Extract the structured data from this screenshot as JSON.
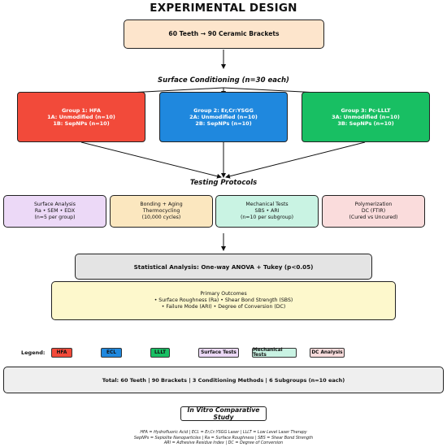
{
  "title": "EXPERIMENTAL DESIGN",
  "sample_box": "60 Teeth → 90 Ceramic Brackets",
  "conditioning_label": "Surface Conditioning (n=30 each)",
  "groups": [
    {
      "title": "Group 1: HFA",
      "line1": "1A: Unmodified (n=10)",
      "line2": "1B: SepNPs (n=10)",
      "color": "#f24a3a"
    },
    {
      "title": "Group 2: Er,Cr:YSGG",
      "line1": "2A: Unmodified (n=10)",
      "line2": "2B: SepNPs (n=10)",
      "color": "#1f88de"
    },
    {
      "title": "Group 3: Pc-LLLT",
      "line1": "3A: Unmodified (n=10)",
      "line2": "3B: SepNPs (n=10)",
      "color": "#18bf63"
    }
  ],
  "testing_label": "Testing Protocols",
  "tests": [
    {
      "title": "Surface Analysis",
      "line1": "Ra • SEM • EDX",
      "line2": "(n=5 per group)",
      "color": "#ecd9f7"
    },
    {
      "title": "Bonding + Aging",
      "line1": "Thermocycling",
      "line2": "(10,000 cycles)",
      "color": "#fbe7bf"
    },
    {
      "title": "Mechanical Tests",
      "line1": "SBS • ARI",
      "line2": "(n=10 per subgroup)",
      "color": "#c9f3e3"
    },
    {
      "title": "Polymerization",
      "line1": "DC (FTIR)",
      "line2": "(Cured vs Uncured)",
      "color": "#fadcdc"
    }
  ],
  "stats_box": "Statistical Analysis: One-way ANOVA + Tukey (p<0.05)",
  "outcomes": {
    "title": "Primary Outcomes",
    "line1": "• Surface Roughness (Ra) • Shear Bond Strength (SBS)",
    "line2": "• Failure Mode (ARI) • Degree of Conversion (DC)"
  },
  "legend": {
    "label": "Legend:",
    "items": [
      {
        "text": "HFA",
        "color": "#f24a3a"
      },
      {
        "text": "ECL",
        "color": "#1f88de"
      },
      {
        "text": "LLLT",
        "color": "#18bf63"
      },
      {
        "text": "Surface Tests",
        "color": "#ecd9f7"
      },
      {
        "text": "Mechanical Tests",
        "color": "#c9f3e3"
      },
      {
        "text": "DC Analysis",
        "color": "#fadcdc"
      }
    ]
  },
  "summary": "Total: 60 Teeth | 90 Brackets | 3 Conditioning Methods | 6 Subgroups (n=10 each)",
  "study_type": "In Vitro Comparative Study",
  "footnotes": [
    "HFA = Hydrofluoric Acid | ECL = Er,Cr:YSGG Laser | LLLT = Low Level Laser Therapy",
    "SepNPs = Sepiolite Nanoparticles | Ra = Surface Roughness | SBS = Shear Bond Strength",
    "ARI = Adhesive Residue Index | DC = Degree of Conversion"
  ],
  "colors": {
    "sample_fill": "#fde5cc",
    "stats_fill": "#e4e4e4",
    "outcomes_fill": "#fdf8cc",
    "summary_fill": "#efefef"
  }
}
